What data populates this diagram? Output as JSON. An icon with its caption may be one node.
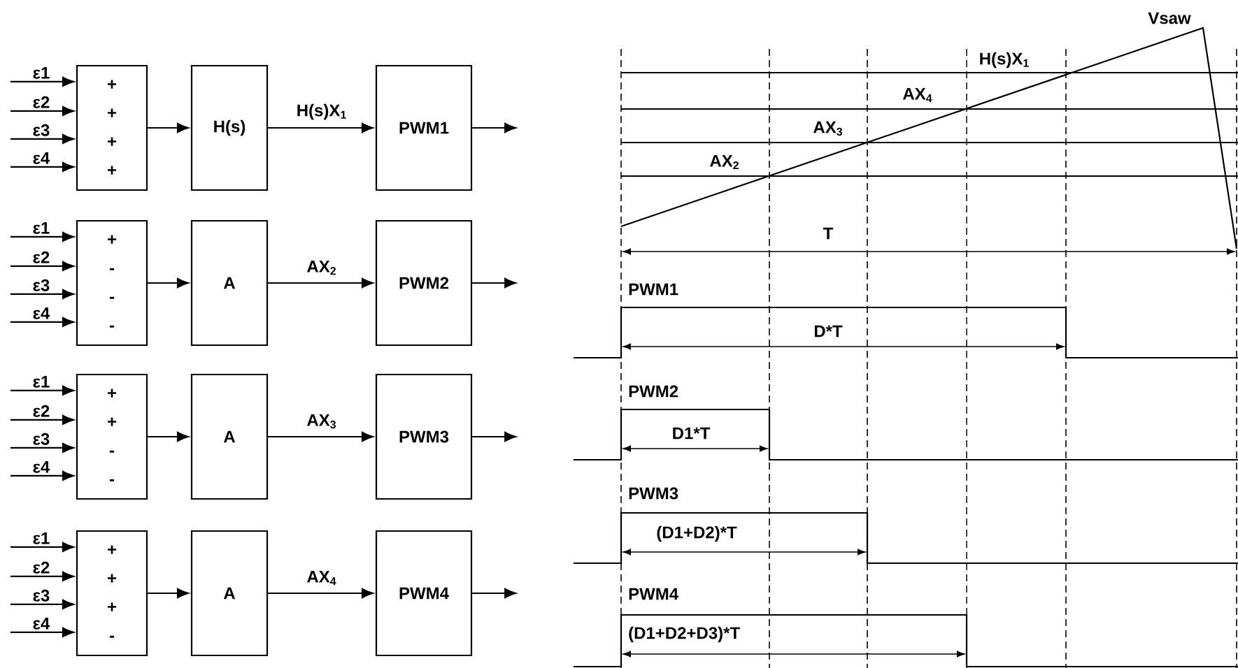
{
  "diagram": {
    "nodes": [
      {
        "text": [
          "+ + + +"
        ]
      },
      {
        "text": [
          "H(s)"
        ]
      },
      {
        "text": [
          "PWM1"
        ]
      },
      {
        "text": [
          "+ - - -"
        ]
      },
      {
        "text": [
          "A"
        ]
      },
      {
        "text": [
          "PWM2"
        ]
      },
      {
        "text": [
          "+ + - -"
        ]
      },
      {
        "text": [
          "A"
        ]
      },
      {
        "text": [
          "PWM3"
        ]
      },
      {
        "text": [
          "+ + + -"
        ]
      },
      {
        "text": [
          "A"
        ]
      },
      {
        "text": [
          "PWM4"
        ]
      }
    ],
    "edges": [
      {
        "from": null,
        "to": 0,
        "arrow": "to",
        "label": "ε1"
      },
      {
        "from": null,
        "to": 0,
        "arrow": "to",
        "label": "ε2"
      },
      {
        "from": null,
        "to": 0,
        "arrow": "to",
        "label": "ε3"
      },
      {
        "from": null,
        "to": 0,
        "arrow": "to",
        "label": "ε4"
      },
      {
        "from": 0,
        "to": 1,
        "arrow": "to"
      },
      {
        "from": 1,
        "to": 2,
        "arrow": "to",
        "label": "H(s)X$_{1}$"
      },
      {
        "from": 2,
        "to": null,
        "arrow": "to"
      },
      {
        "from": null,
        "to": 3,
        "arrow": "to",
        "label": "ε1"
      },
      {
        "from": null,
        "to": 3,
        "arrow": "to",
        "label": "ε2"
      },
      {
        "from": null,
        "to": 3,
        "arrow": "to",
        "label": "ε3"
      },
      {
        "from": null,
        "to": 3,
        "arrow": "to",
        "label": "ε4"
      },
      {
        "from": 3,
        "to": 4,
        "arrow": "to"
      },
      {
        "from": 4,
        "to": 5,
        "arrow": "to",
        "label": "AX$_{2}$"
      },
      {
        "from": 5,
        "to": null,
        "arrow": "to"
      },
      {
        "from": null,
        "to": 6,
        "arrow": "to",
        "label": "ε1"
      },
      {
        "from": null,
        "to": 6,
        "arrow": "to",
        "label": "ε2"
      },
      {
        "from": null,
        "to": 6,
        "arrow": "to",
        "label": "ε3"
      },
      {
        "from": null,
        "to": 6,
        "arrow": "to",
        "label": "ε4"
      },
      {
        "from": 6,
        "to": 7,
        "arrow": "to"
      },
      {
        "from": 7,
        "to": 8,
        "arrow": "to",
        "label": "AX$_{3}$"
      },
      {
        "from": 8,
        "to": null,
        "arrow": "to"
      },
      {
        "from": null,
        "to": 9,
        "arrow": "to",
        "label": "ε1"
      },
      {
        "from": null,
        "to": 9,
        "arrow": "to",
        "label": "ε2"
      },
      {
        "from": null,
        "to": 9,
        "arrow": "to",
        "label": "ε3"
      },
      {
        "from": null,
        "to": 9,
        "arrow": "to",
        "label": "ε4"
      },
      {
        "from": 9,
        "to": 10,
        "arrow": "to"
      },
      {
        "from": 10,
        "to": 11,
        "arrow": "to",
        "label": "AX$_{4}$"
      },
      {
        "from": 11,
        "to": null,
        "arrow": "to"
      }
    ],
    "labels": [
      "Vsaw",
      "H(s)X$_{1}$",
      "AX$_{4}$",
      "AX$_{3}$",
      "AX$_{2}$",
      "T",
      "PWM1",
      "D*T",
      "PWM2",
      "D1*T",
      "PWM3",
      "(D1+D2)*T",
      "PWM4",
      "(D1+D2+D3)*T"
    ]
  }
}
